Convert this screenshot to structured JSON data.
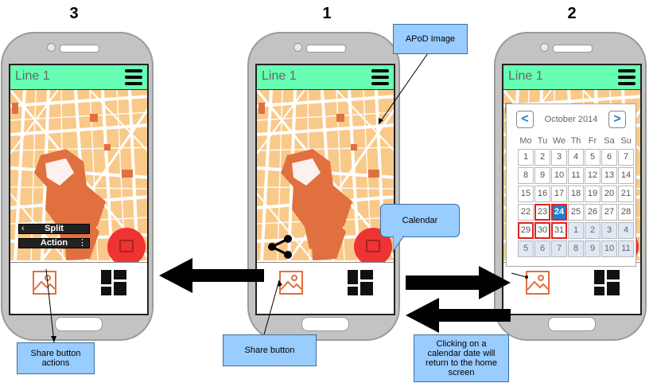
{
  "steps": {
    "left": "3",
    "center": "1",
    "right": "2"
  },
  "phone": {
    "appbar_title": "Line 1"
  },
  "callouts": {
    "apod_image": "APoD Image",
    "calendar": "Calendar",
    "share_button": "Share button",
    "share_actions": "Share button actions",
    "calendar_note": "Clicking on a calendar date will return to the home screen"
  },
  "share_menu": {
    "split_label": "Split",
    "action_label": "Action",
    "back_glyph": "‹",
    "more_glyph": "⋮"
  },
  "calendar": {
    "prev_label": "<",
    "next_label": ">",
    "month_label": "October 2014",
    "weekdays": [
      "Mo",
      "Tu",
      "We",
      "Th",
      "Fr",
      "Sa",
      "Su"
    ],
    "weeks": [
      [
        "1",
        "2",
        "3",
        "4",
        "5",
        "6",
        "7"
      ],
      [
        "8",
        "9",
        "10",
        "11",
        "12",
        "13",
        "14"
      ],
      [
        "15",
        "16",
        "17",
        "18",
        "19",
        "20",
        "21"
      ],
      [
        "22",
        "23",
        "24",
        "25",
        "26",
        "27",
        "28"
      ],
      [
        "29",
        "30",
        "31",
        "1",
        "2",
        "3",
        "4"
      ],
      [
        "5",
        "6",
        "7",
        "8",
        "9",
        "10",
        "11"
      ]
    ],
    "selected_day": "24"
  },
  "colors": {
    "appbar": "#66ffb3",
    "fab": "#ee3333",
    "callout": "#99ccff",
    "map_road": "#ffffff",
    "map_block": "#f9c98a",
    "map_park": "#e07040",
    "calendar_accent": "#1f7ed0"
  },
  "icons": {
    "menu": "hamburger-menu-icon",
    "image": "image-icon",
    "grid": "grid-icon",
    "share": "share-icon",
    "calendar": "calendar-icon"
  }
}
